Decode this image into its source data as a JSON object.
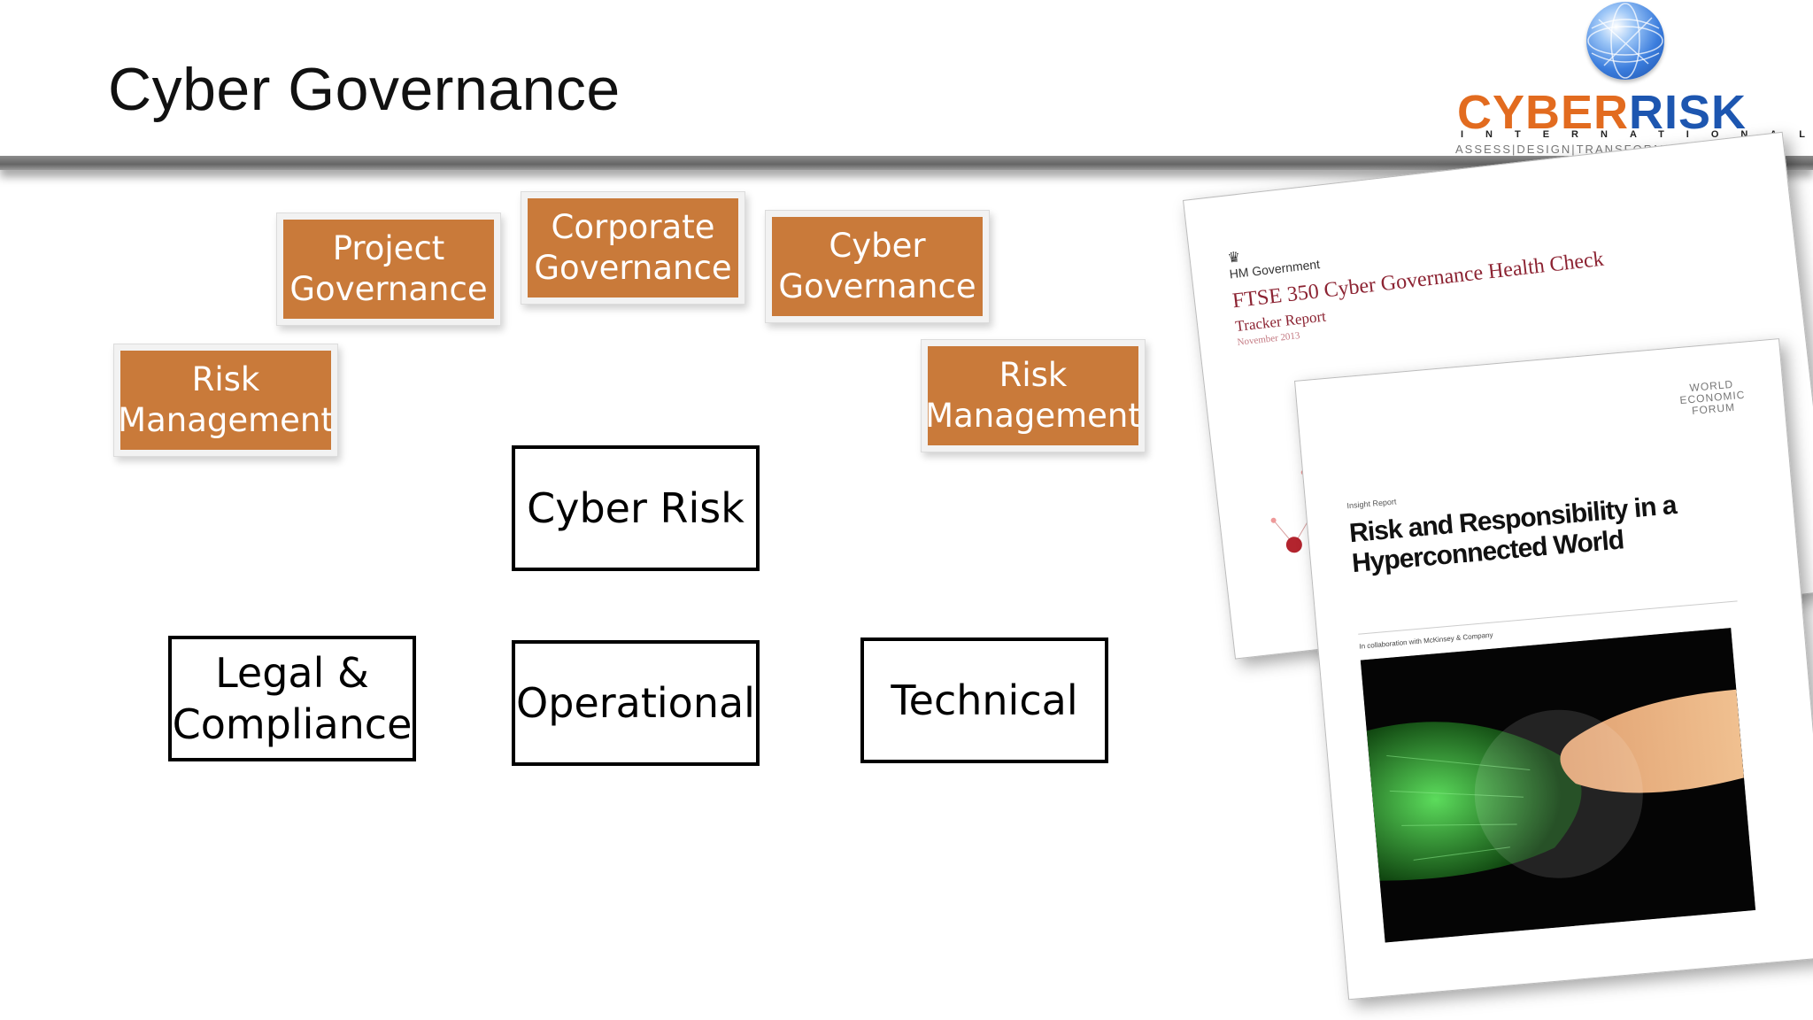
{
  "slide": {
    "title": "Cyber Governance"
  },
  "logo": {
    "word_part1": "CYBER",
    "word_part2": "RISK",
    "subtitle": "INTERNATIONAL",
    "tagline": "ASSESS|DESIGN|TRANSFORM|SUSTAIN",
    "colors": {
      "orange": "#e26b1f",
      "blue": "#1d56b0"
    }
  },
  "governance_boxes": [
    {
      "label": "Project Governance"
    },
    {
      "label": "Corporate Governance"
    },
    {
      "label": "Cyber Governance"
    },
    {
      "label": "Risk Management"
    },
    {
      "label": "Risk Management"
    }
  ],
  "risk_boxes": [
    {
      "label": "Cyber Risk"
    },
    {
      "label": "Legal & Compliance"
    },
    {
      "label": "Operational"
    },
    {
      "label": "Technical"
    }
  ],
  "colors": {
    "governance_fill": "#c97a3a",
    "header_bar": "#777777"
  },
  "reports": {
    "back": {
      "publisher": "HM Government",
      "title": "FTSE 350 Cyber Governance Health Check",
      "subtitle": "Tracker Report",
      "date": "November 2013"
    },
    "front": {
      "publisher": "WORLD ECONOMIC FORUM",
      "label": "Insight Report",
      "title": "Risk and Responsibility in a Hyperconnected World",
      "collab": "In collaboration with McKinsey & Company"
    }
  }
}
